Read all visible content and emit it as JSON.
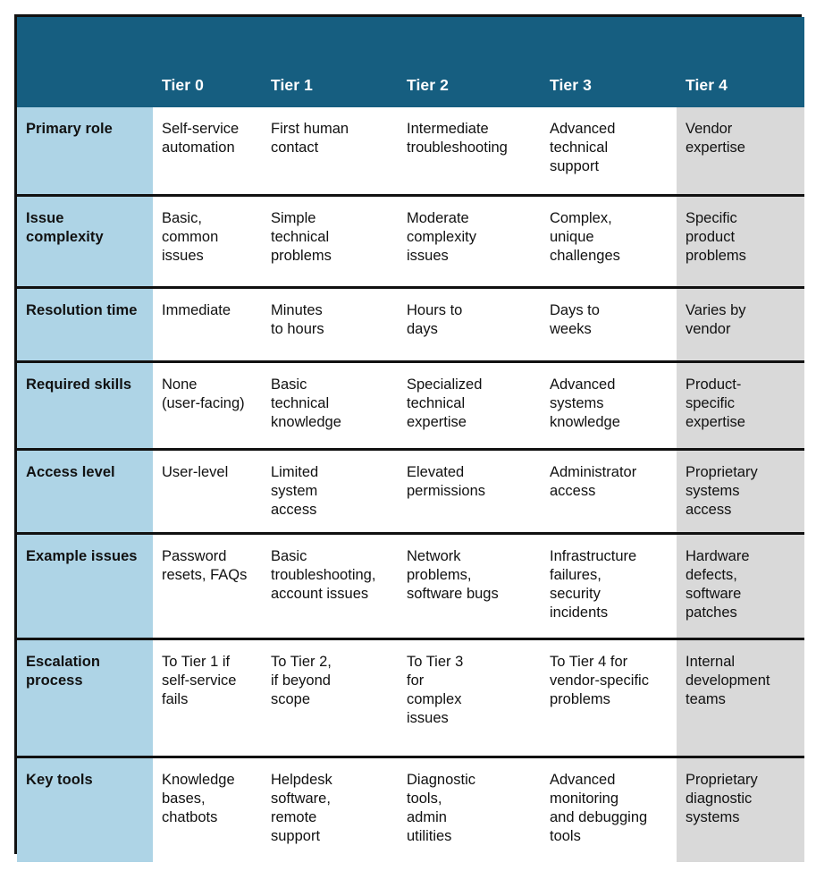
{
  "table": {
    "header": {
      "corner_label": "",
      "columns": [
        {
          "label": "Tier 0"
        },
        {
          "label": "Tier 1"
        },
        {
          "label": "Tier 2"
        },
        {
          "label": "Tier 3"
        },
        {
          "label": "Tier 4"
        }
      ]
    },
    "rows": [
      {
        "label": "Primary role",
        "cells": [
          "Self-service\nautomation",
          "First human\ncontact",
          "Intermediate\ntroubleshooting",
          "Advanced\ntechnical\nsupport",
          "Vendor\nexpertise"
        ]
      },
      {
        "label": "Issue complexity",
        "cells": [
          "Basic,\ncommon\nissues",
          "Simple\ntechnical\nproblems",
          "Moderate\ncomplexity\nissues",
          "Complex,\nunique\nchallenges",
          "Specific\nproduct\nproblems"
        ]
      },
      {
        "label": "Resolution time",
        "cells": [
          "Immediate",
          "Minutes\nto hours",
          "Hours to\ndays",
          "Days to\nweeks",
          "Varies by\nvendor"
        ]
      },
      {
        "label": "Required skills",
        "cells": [
          "None\n(user-facing)",
          "Basic\ntechnical\nknowledge",
          "Specialized\ntechnical\nexpertise",
          "Advanced\nsystems\nknowledge",
          "Product-\nspecific\nexpertise"
        ]
      },
      {
        "label": "Access level",
        "cells": [
          "User-level",
          "Limited\nsystem\naccess",
          "Elevated\npermissions",
          "Administrator\naccess",
          "Proprietary\nsystems\naccess"
        ]
      },
      {
        "label": "Example issues",
        "cells": [
          "Password\nresets, FAQs",
          "Basic\ntroubleshooting,\naccount issues",
          "Network\nproblems,\nsoftware bugs",
          "Infrastructure\nfailures,\nsecurity\nincidents",
          "Hardware\ndefects,\nsoftware\npatches"
        ]
      },
      {
        "label": "Escalation process",
        "cells": [
          "To Tier 1 if\nself-service\nfails",
          "To Tier 2,\nif beyond\nscope",
          "To Tier 3\nfor\ncomplex\nissues",
          "To Tier 4 for\nvendor-specific\nproblems",
          "Internal\ndevelopment\nteams"
        ]
      },
      {
        "label": "Key tools",
        "cells": [
          "Knowledge\nbases,\nchatbots",
          "Helpdesk\nsoftware,\nremote\nsupport",
          "Diagnostic\ntools,\nadmin\nutilities",
          "Advanced\nmonitoring\nand debugging\ntools",
          "Proprietary\ndiagnostic\nsystems"
        ]
      }
    ]
  },
  "colors": {
    "header_background": "#165E80",
    "header_text": "#FFFFFF",
    "label_column_background": "#AED4E6",
    "last_column_background": "#D9D9D9",
    "body_background": "#FFFFFF",
    "border": "#111111",
    "body_text": "#111111"
  }
}
